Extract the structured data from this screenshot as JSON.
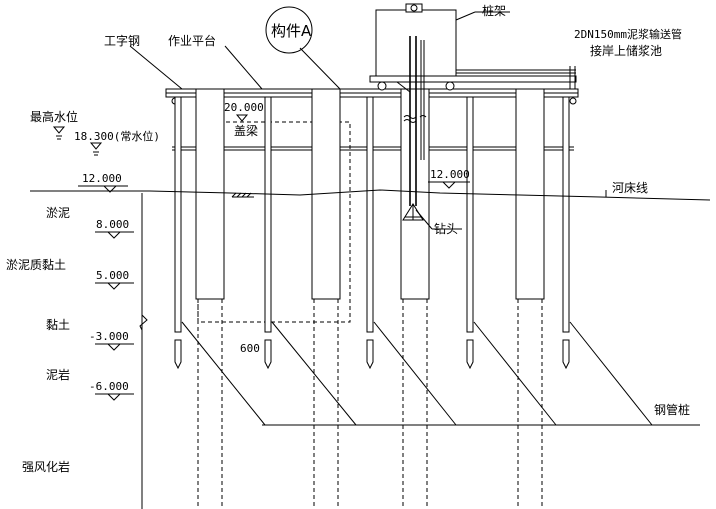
{
  "labels": {
    "steel_beam": "工字钢",
    "work_platform": "作业平台",
    "component": "构件A",
    "pile_frame": "桩架",
    "slurry_pipe_1": "2DN150mm泥浆输送管",
    "slurry_pipe_2": "接岸上储浆池",
    "cap_beam": "盖梁",
    "riverbed": "河床线",
    "drill_bit": "钻头",
    "steel_pipe_pile": "钢管桩",
    "pile_dim": "600"
  },
  "water_levels": {
    "highest_label": "最高水位",
    "highest_value": "20.000",
    "normal_value": "18.300(常水位)"
  },
  "elevations": {
    "riverbed_left": "12.000",
    "riverbed_right": "12.000"
  },
  "strata": [
    {
      "name": "淤泥",
      "elevation": "8.000"
    },
    {
      "name": "淤泥质黏土",
      "elevation": "5.000"
    },
    {
      "name": "黏土",
      "elevation": "-3.000"
    },
    {
      "name": "泥岩",
      "elevation": "-6.000"
    },
    {
      "name": "强风化岩",
      "elevation": ""
    }
  ]
}
